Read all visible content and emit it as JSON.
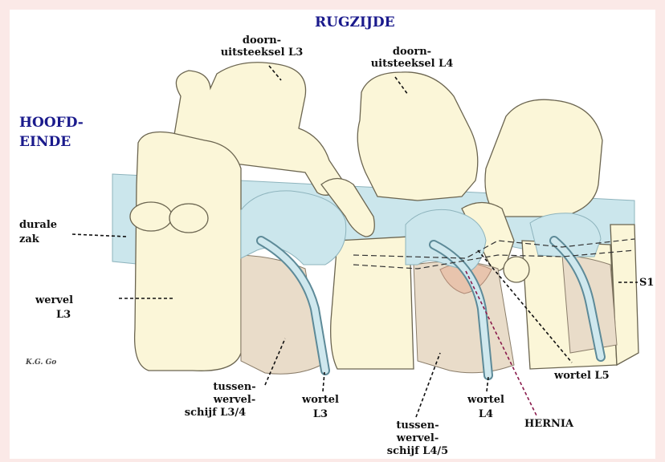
{
  "header": {
    "top": "RUGZIJDE",
    "side_line1": "HOOFD-",
    "side_line2": "EINDE"
  },
  "colors": {
    "header": "#1a1a8c",
    "hernia": "#8a1a4c",
    "bone": "#fbf6d8",
    "disc": "#e9dcc9",
    "nerve": "#cbe6ec",
    "background": "#fbe9e7"
  },
  "labels": {
    "doorn_l3": [
      "doorn-",
      "uitsteeksel L3"
    ],
    "doorn_l4": [
      "doorn-",
      "uitsteeksel L4"
    ],
    "durale_zak": [
      "durale",
      "zak"
    ],
    "wervel_l3": [
      "wervel",
      "L3"
    ],
    "s1": "S1",
    "schijf_l34": [
      "tussen-",
      "wervel-",
      "schijf L3/4"
    ],
    "wortel_l3": [
      "wortel",
      "L3"
    ],
    "schijf_l45": [
      "tussen-",
      "wervel-",
      "schijf L4/5"
    ],
    "wortel_l4": [
      "wortel",
      "L4"
    ],
    "hernia": "HERNIA",
    "wortel_l5": "wortel L5"
  },
  "signature": "K.G. Go"
}
